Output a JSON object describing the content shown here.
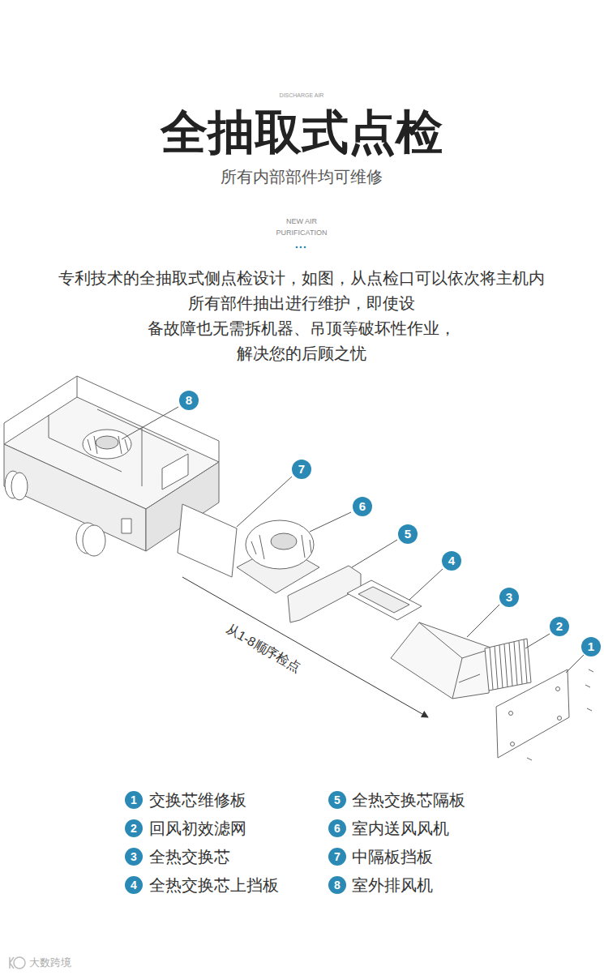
{
  "diagram": {
    "title": "全抽取式点检",
    "labels": [
      "DISCHARGE AIR",
      "所有内部部件均可维修",
      "NEW AIR PURIFICATION",
      "专利技术的全抽取式侧点检设计，如图，从点检口可以依次将主机内 所有部件抽出进行维护，即使设 备故障也无需拆机器、吊顶等破坏性作业， 解决您的后顾之忧",
      "8",
      "7",
      "6",
      "5",
      "4",
      "3",
      "2",
      "1",
      "从1-8顺序检点",
      "1",
      "交换芯维修板",
      "5",
      "全热交换芯隔板",
      "2",
      "回风初效滤网",
      "6",
      "室内送风风机",
      "3",
      "全热交换芯",
      "7",
      "中隔板挡板",
      "4",
      "全热交换芯上挡板",
      "8",
      "室外排风机",
      "大数跨境"
    ]
  }
}
